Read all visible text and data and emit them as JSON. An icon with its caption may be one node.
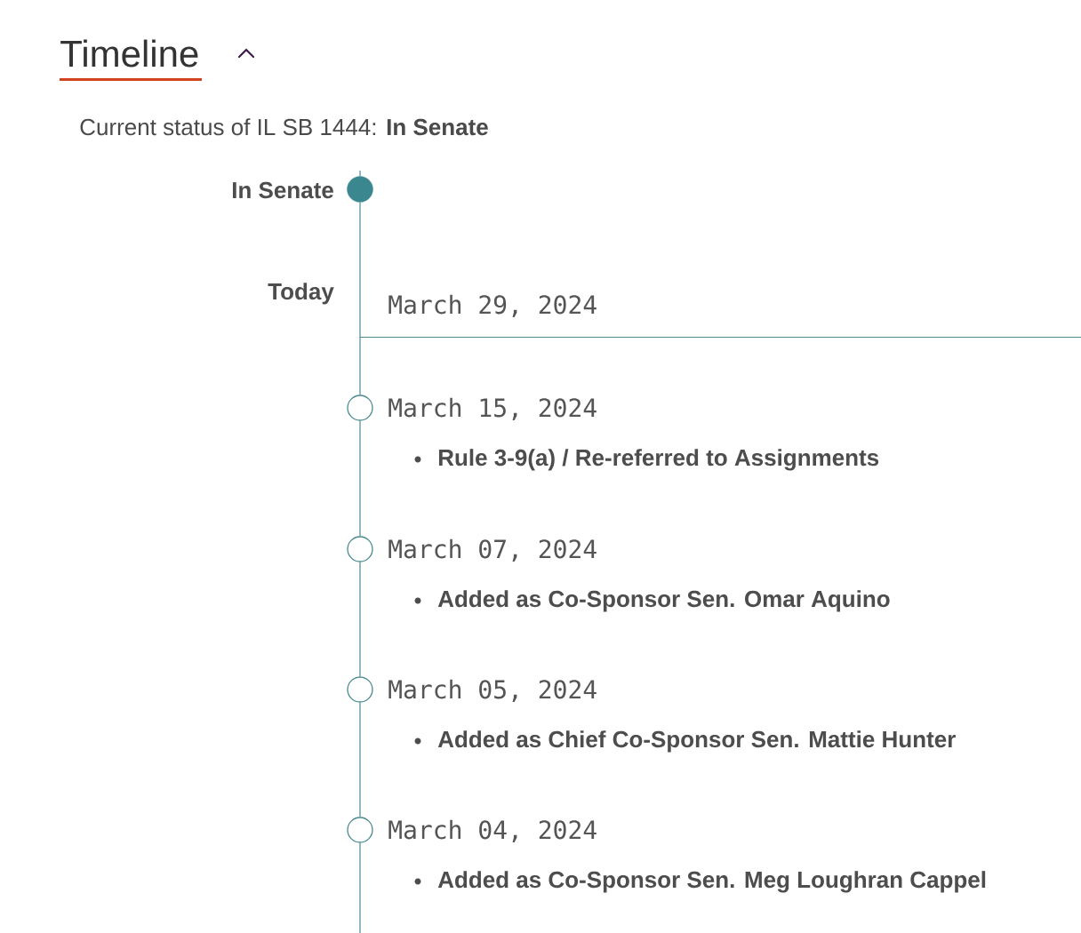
{
  "diagram": {
    "title": "Timeline",
    "nodes": [
      {
        "text": [],
        "shape": "circle",
        "beside": [
          "In Senate"
        ]
      },
      {
        "text": [],
        "shape": "circle",
        "beside": [
          "March 15, 2024",
          "Rule 3-9(a) / Re-referred to Assignments"
        ]
      },
      {
        "text": [],
        "shape": "circle",
        "beside": [
          "March 07, 2024",
          "Added as Co-Sponsor Sen. Omar Aquino"
        ]
      },
      {
        "text": [],
        "shape": "circle",
        "beside": [
          "March 05, 2024",
          "Added as Chief Co-Sponsor Sen. Mattie Hunter"
        ]
      },
      {
        "text": [],
        "shape": "circle",
        "beside": [
          "March 04, 2024",
          "Added as Co-Sponsor Sen. Meg Loughran Cappel"
        ]
      }
    ],
    "edges": [
      {
        "from": null,
        "to": 0,
        "arrow": "none"
      },
      {
        "from": 0,
        "to": 1,
        "arrow": "none"
      },
      {
        "from": 1,
        "to": 2,
        "arrow": "none"
      },
      {
        "from": 2,
        "to": 3,
        "arrow": "none"
      },
      {
        "from": 3,
        "to": 4,
        "arrow": "none"
      },
      {
        "from": 4,
        "to": null,
        "arrow": "none"
      }
    ],
    "labels": [
      "Current status of IL SB 1444: **In Senate**",
      "Today",
      "March 29, 2024"
    ]
  }
}
